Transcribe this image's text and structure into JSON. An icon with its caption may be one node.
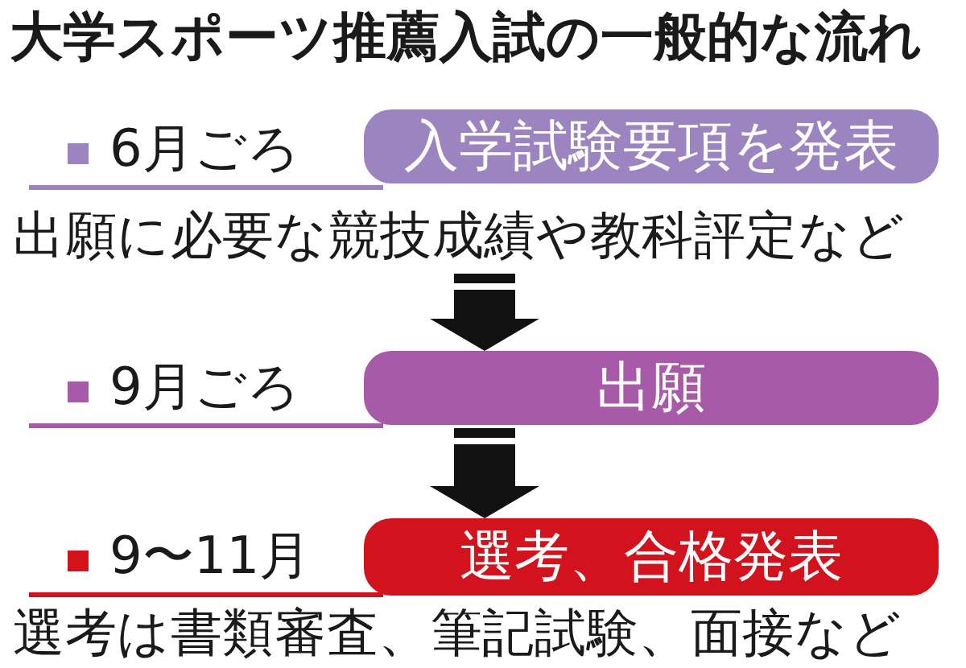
{
  "diagram": {
    "title": "大学スポーツ推薦入試の一般的な流れ",
    "nodes": [
      {
        "text": [
          "入学試験要項を発表"
        ],
        "beside": [
          "6月ごろ",
          "出願に必要な競技成績や教科評定など"
        ]
      },
      {
        "text": [
          "出願"
        ],
        "beside": [
          "9月ごろ"
        ]
      },
      {
        "text": [
          "選考、合格発表"
        ],
        "beside": [
          "9〜11月",
          "選考は書類審査、筆記試験、面接など"
        ]
      }
    ],
    "edges": [
      {
        "from": 0,
        "to": 1,
        "arrow": "to"
      },
      {
        "from": 1,
        "to": 2,
        "arrow": "to"
      }
    ]
  }
}
